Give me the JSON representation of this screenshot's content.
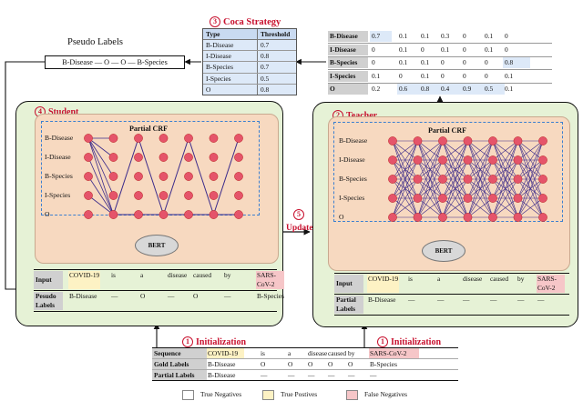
{
  "pseudo_labels": {
    "title": "Pseudo Labels",
    "sequence": "B-Disease — O — O — B-Species"
  },
  "coca": {
    "num": "3",
    "title": "Coca Strategy",
    "header": [
      "Type",
      "Threshold"
    ],
    "rows": [
      [
        "B-Disease",
        "0.7"
      ],
      [
        "I-Disease",
        "0.8"
      ],
      [
        "B-Species",
        "0.7"
      ],
      [
        "I-Species",
        "0.5"
      ],
      [
        "O",
        "0.8"
      ]
    ]
  },
  "prob_table": {
    "rows": [
      {
        "label": "B-Disease",
        "values": [
          "0.7",
          "0.1",
          "0.1",
          "0.3",
          "0",
          "0.1",
          "0"
        ]
      },
      {
        "label": "I-Disease",
        "values": [
          "0",
          "0.1",
          "0",
          "0.1",
          "0",
          "0.1",
          "0"
        ]
      },
      {
        "label": "B-Species",
        "values": [
          "0",
          "0.1",
          "0.1",
          "0",
          "0",
          "0",
          "0.8"
        ]
      },
      {
        "label": "I-Species",
        "values": [
          "0.1",
          "0",
          "0.1",
          "0",
          "0",
          "0",
          "0.1"
        ]
      },
      {
        "label": "O",
        "values": [
          "0.2",
          "0.6",
          "0.8",
          "0.4",
          "0.9",
          "0.5",
          "0.1"
        ]
      }
    ]
  },
  "student": {
    "num": "4",
    "title": "Student",
    "crf_title": "Partial CRF",
    "labels": [
      "B-Disease",
      "I-Disease",
      "B-Species",
      "I-Species",
      "O"
    ],
    "bert": "BERT",
    "input_header": "Input",
    "tokens": [
      "COVID-19",
      "is",
      "a",
      "disease",
      "caused",
      "by",
      "SARS-CoV-2"
    ],
    "pseudo_header": "Pesudo Labels",
    "pseudo_values": [
      "B-Disease",
      "—",
      "O",
      "—",
      "O",
      "—",
      "B-Species"
    ]
  },
  "teacher": {
    "num": "2",
    "title": "Teacher",
    "crf_title": "Partial CRF",
    "labels": [
      "B-Disease",
      "I-Disease",
      "B-Species",
      "I-Species",
      "O"
    ],
    "bert": "BERT",
    "input_header": "Input",
    "tokens": [
      "COVID-19",
      "is",
      "a",
      "disease",
      "caused",
      "by",
      "SARS-CoV-2"
    ],
    "partial_header": "Partial Labels",
    "partial_values": [
      "B-Disease",
      "—",
      "—",
      "—",
      "—",
      "—",
      "—"
    ]
  },
  "update": {
    "num": "5",
    "label": "Update"
  },
  "init_left": {
    "num": "1",
    "label": "Initialization"
  },
  "init_right": {
    "num": "1",
    "label": "Initialization"
  },
  "gold": {
    "rows": [
      {
        "header": "Sequence",
        "values": [
          "COVID-19",
          "is",
          "a",
          "disease",
          "caused",
          "by",
          "SARS-CoV-2"
        ]
      },
      {
        "header": "Gold Labels",
        "values": [
          "B-Disease",
          "O",
          "O",
          "O",
          "O",
          "O",
          "B-Species"
        ]
      },
      {
        "header": "Partial Labels",
        "values": [
          "B-Disease",
          "—",
          "—",
          "—",
          "—",
          "—",
          "—"
        ]
      }
    ]
  },
  "legend": [
    {
      "label": "True Negatives",
      "color": "#ffffff"
    },
    {
      "label": "True Postives",
      "color": "#fdf2c4"
    },
    {
      "label": "False Negatives",
      "color": "#f6c6c8"
    }
  ]
}
